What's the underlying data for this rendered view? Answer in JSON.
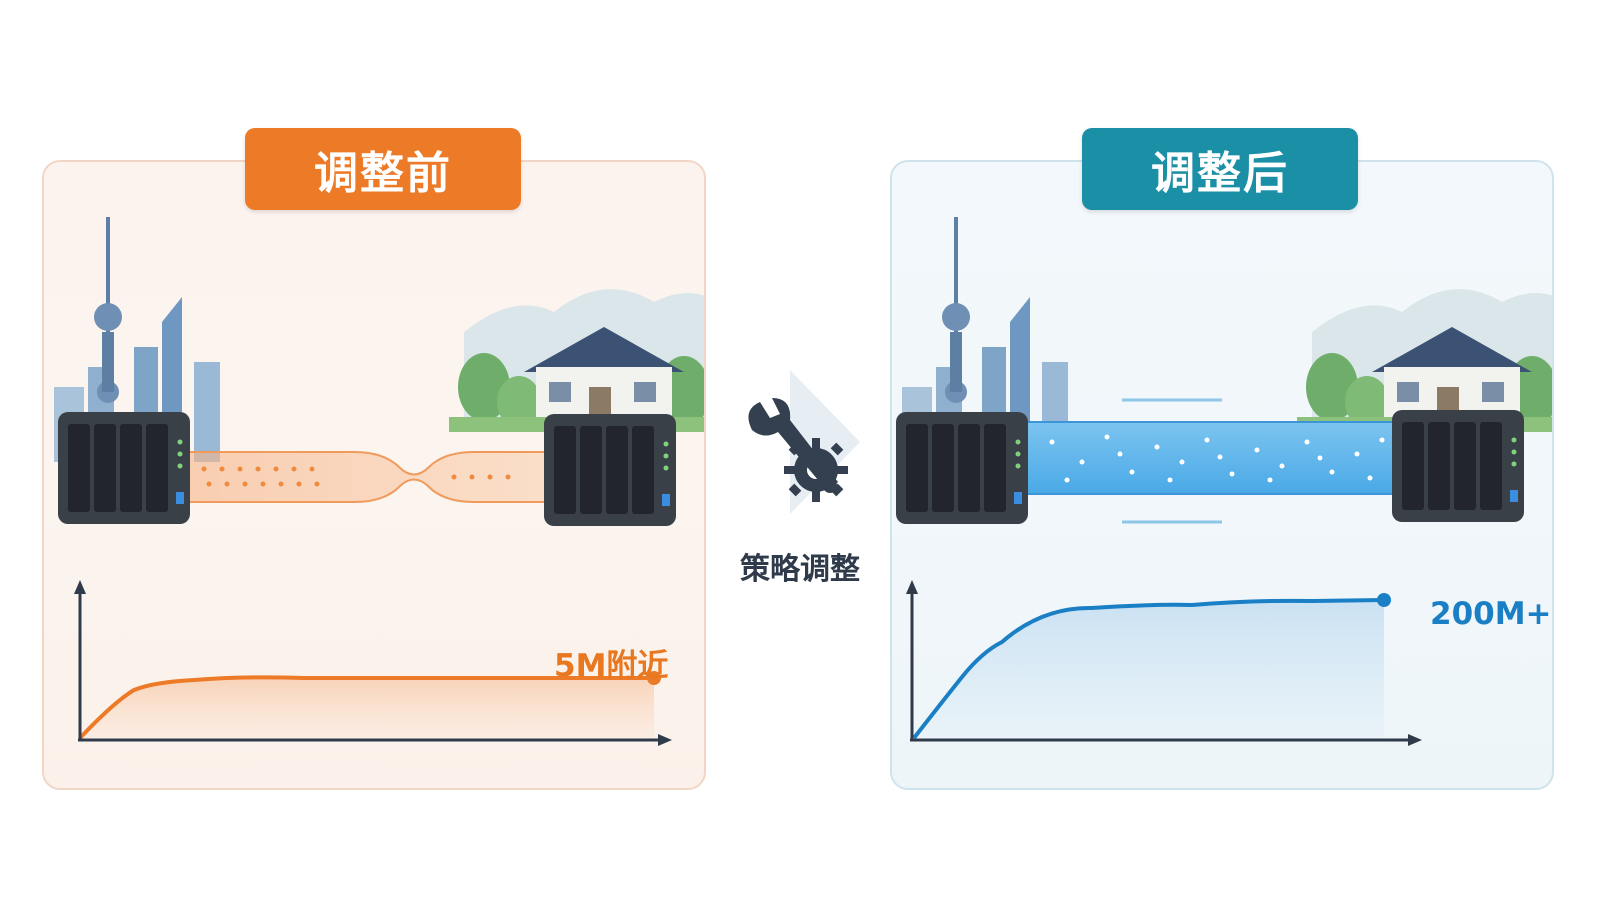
{
  "before": {
    "badge_label": "调整前",
    "value_label": "5M附近",
    "accent_color": "#ec7a27"
  },
  "after": {
    "badge_label": "调整后",
    "value_label": "200M+",
    "accent_color": "#1b8fa6"
  },
  "center": {
    "label": "策略调整",
    "icon": "wrench-gear-icon"
  },
  "icons": [
    "city-skyline-icon",
    "house-icon",
    "nas-server-icon",
    "wrench-gear-icon"
  ]
}
